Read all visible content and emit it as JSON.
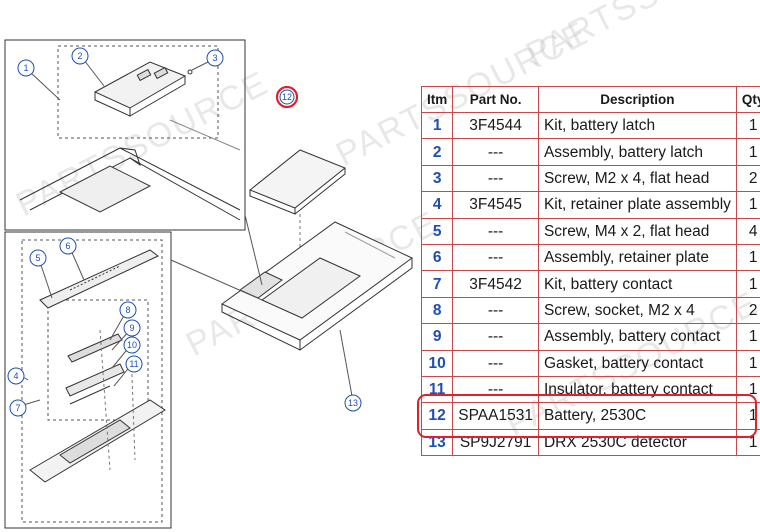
{
  "watermark": "PARTSSOURCE",
  "callouts": [
    "1",
    "2",
    "3",
    "4",
    "5",
    "6",
    "7",
    "8",
    "9",
    "10",
    "11",
    "12",
    "13"
  ],
  "table": {
    "headers": [
      "Itm",
      "Part No.",
      "Description",
      "Qty"
    ],
    "rows": [
      {
        "itm": "1",
        "part": "3F4544",
        "desc": "Kit, battery latch",
        "qty": "1"
      },
      {
        "itm": "2",
        "part": "---",
        "desc": "Assembly, battery latch",
        "qty": "1"
      },
      {
        "itm": "3",
        "part": "---",
        "desc": "Screw, M2 x 4, flat head",
        "qty": "2"
      },
      {
        "itm": "4",
        "part": "3F4545",
        "desc": "Kit, retainer plate assembly",
        "qty": "1"
      },
      {
        "itm": "5",
        "part": "---",
        "desc": "Screw, M4 x 2, flat head",
        "qty": "4"
      },
      {
        "itm": "6",
        "part": "---",
        "desc": "Assembly, retainer plate",
        "qty": "1"
      },
      {
        "itm": "7",
        "part": "3F4542",
        "desc": "Kit, battery contact",
        "qty": "1"
      },
      {
        "itm": "8",
        "part": "---",
        "desc": "Screw, socket, M2 x 4",
        "qty": "2"
      },
      {
        "itm": "9",
        "part": "---",
        "desc": "Assembly, battery contact",
        "qty": "1"
      },
      {
        "itm": "10",
        "part": "---",
        "desc": "Gasket, battery contact",
        "qty": "1"
      },
      {
        "itm": "11",
        "part": "---",
        "desc": "Insulator, battery contact",
        "qty": "1"
      },
      {
        "itm": "12",
        "part": "SPAA1531",
        "desc": "Battery, 2530C",
        "qty": "1"
      },
      {
        "itm": "13",
        "part": "SP9J2791",
        "desc": "DRX 2530C detector",
        "qty": "1"
      }
    ]
  },
  "highlight_color": "#e0202a",
  "callout_color": "#1f4fb0"
}
